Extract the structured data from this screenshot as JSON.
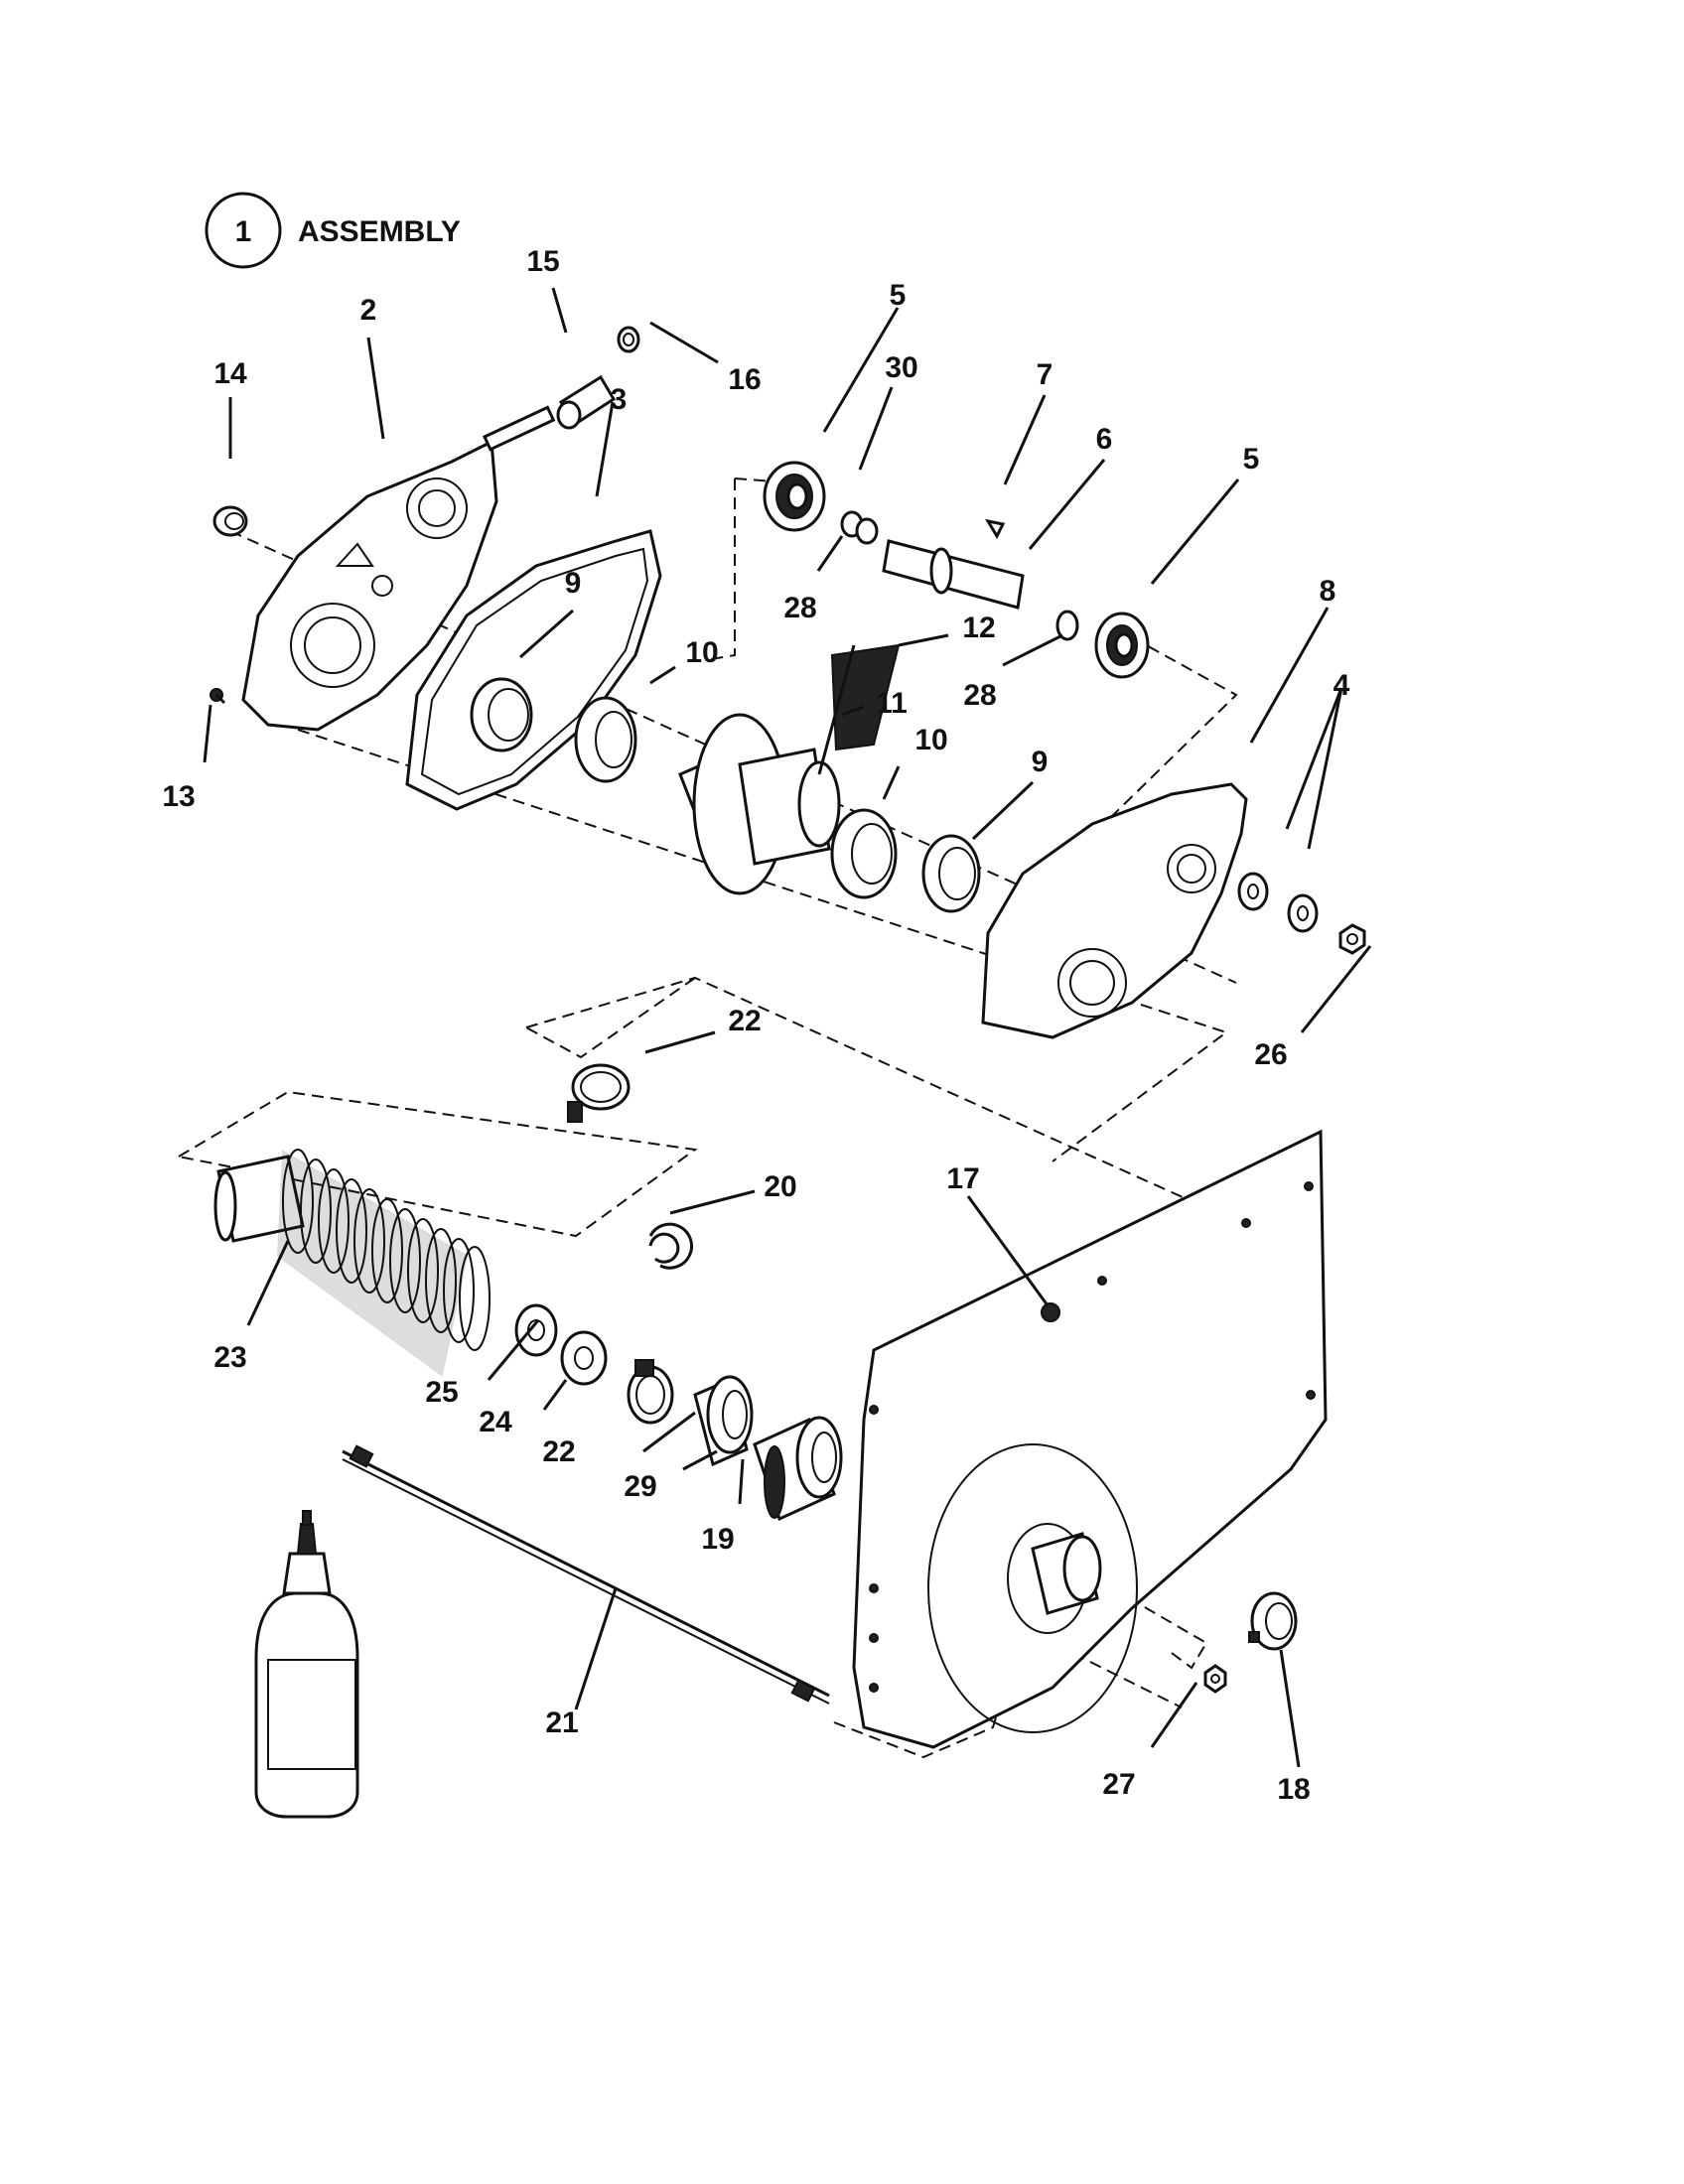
{
  "header": {
    "assembly_number": "1",
    "assembly_title": "ASSEMBLY"
  },
  "callouts": [
    {
      "id": "c2",
      "label": "2"
    },
    {
      "id": "c3",
      "label": "3"
    },
    {
      "id": "c4",
      "label": "4"
    },
    {
      "id": "c5a",
      "label": "5"
    },
    {
      "id": "c5b",
      "label": "5"
    },
    {
      "id": "c6",
      "label": "6"
    },
    {
      "id": "c7",
      "label": "7"
    },
    {
      "id": "c8",
      "label": "8"
    },
    {
      "id": "c9a",
      "label": "9"
    },
    {
      "id": "c9b",
      "label": "9"
    },
    {
      "id": "c10a",
      "label": "10"
    },
    {
      "id": "c10b",
      "label": "10"
    },
    {
      "id": "c11",
      "label": "11"
    },
    {
      "id": "c12",
      "label": "12"
    },
    {
      "id": "c13",
      "label": "13"
    },
    {
      "id": "c14",
      "label": "14"
    },
    {
      "id": "c15",
      "label": "15"
    },
    {
      "id": "c16",
      "label": "16"
    },
    {
      "id": "c17",
      "label": "17"
    },
    {
      "id": "c18",
      "label": "18"
    },
    {
      "id": "c19",
      "label": "19"
    },
    {
      "id": "c20",
      "label": "20"
    },
    {
      "id": "c21",
      "label": "21"
    },
    {
      "id": "c22a",
      "label": "22"
    },
    {
      "id": "c22b",
      "label": "22"
    },
    {
      "id": "c23",
      "label": "23"
    },
    {
      "id": "c24",
      "label": "24"
    },
    {
      "id": "c25",
      "label": "25"
    },
    {
      "id": "c26",
      "label": "26"
    },
    {
      "id": "c27",
      "label": "27"
    },
    {
      "id": "c28a",
      "label": "28"
    },
    {
      "id": "c28b",
      "label": "28"
    },
    {
      "id": "c29",
      "label": "29"
    },
    {
      "id": "c30",
      "label": "30"
    }
  ]
}
